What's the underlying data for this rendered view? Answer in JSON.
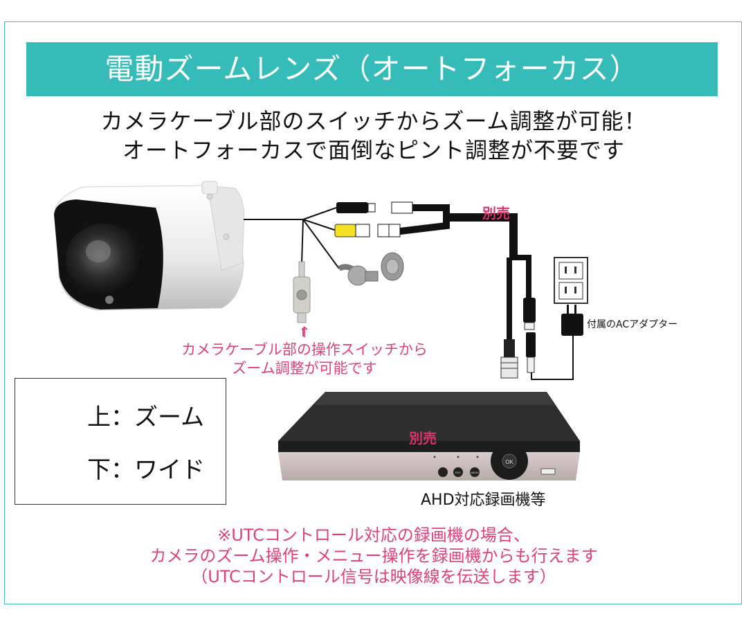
{
  "banner": {
    "title": "電動ズームレンズ（オートフォーカス）"
  },
  "subtitle": {
    "line1": "カメラケーブル部のスイッチからズーム調整が可能！",
    "line2": "オートフォーカスで面倒なピント調整が不要です"
  },
  "labels": {
    "sold_separately_cable": "別売",
    "sold_separately_recorder": "別売",
    "ac_adapter": "付属のACアダプター",
    "recorder": "AHD対応録画機等",
    "switch_arrow": "↑",
    "switch_caption_line1": "カメラケーブル部の操作スイッチから",
    "switch_caption_line2": "ズーム調整が可能です"
  },
  "inset": {
    "zoom": "上：ズーム",
    "wide": "下：ワイド"
  },
  "recorder_buttons": {
    "ok": "OK",
    "esc": "ESC",
    "menu": "MENU"
  },
  "note": {
    "line1": "※UTCコントロール対応の録画機の場合、",
    "line2": "カメラのズーム操作・メニュー操作を録画機からも行えます",
    "line3": "（UTCコントロール信号は映像線を伝送します）"
  },
  "colors": {
    "teal": "#35bcb8",
    "pink": "#e0407a"
  }
}
